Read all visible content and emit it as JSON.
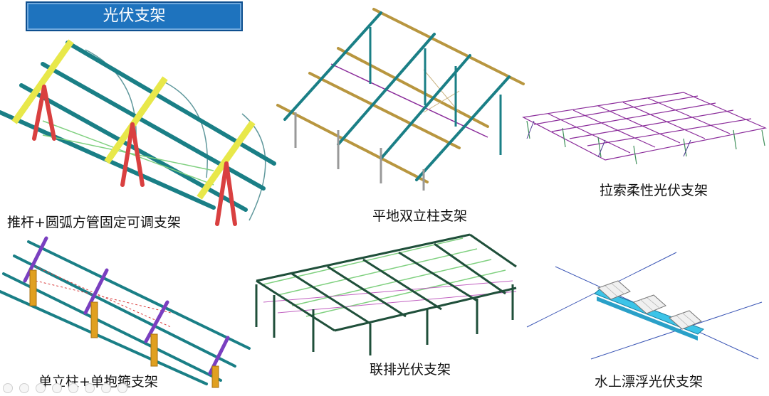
{
  "title": "光伏支架",
  "panels": [
    {
      "caption": "推杆+圆弧方管固定可调支架"
    },
    {
      "caption": "平地双立柱支架"
    },
    {
      "caption": "拉索柔性光伏支架"
    },
    {
      "caption": "单立柱+单抱箍支架"
    },
    {
      "caption": "联排光伏支架"
    },
    {
      "caption": "水上漂浮光伏支架"
    }
  ],
  "colors": {
    "banner": "#1e73be",
    "rail": "#1a7f86",
    "purlin": "#b8963f",
    "leg_red": "#d94040",
    "clamp_yellow": "#e8e84a",
    "column_orange": "#e0a020",
    "cable_purple": "#8a2b9a",
    "water_line": "#3a55b5",
    "float_blue": "#3cc4e8"
  }
}
